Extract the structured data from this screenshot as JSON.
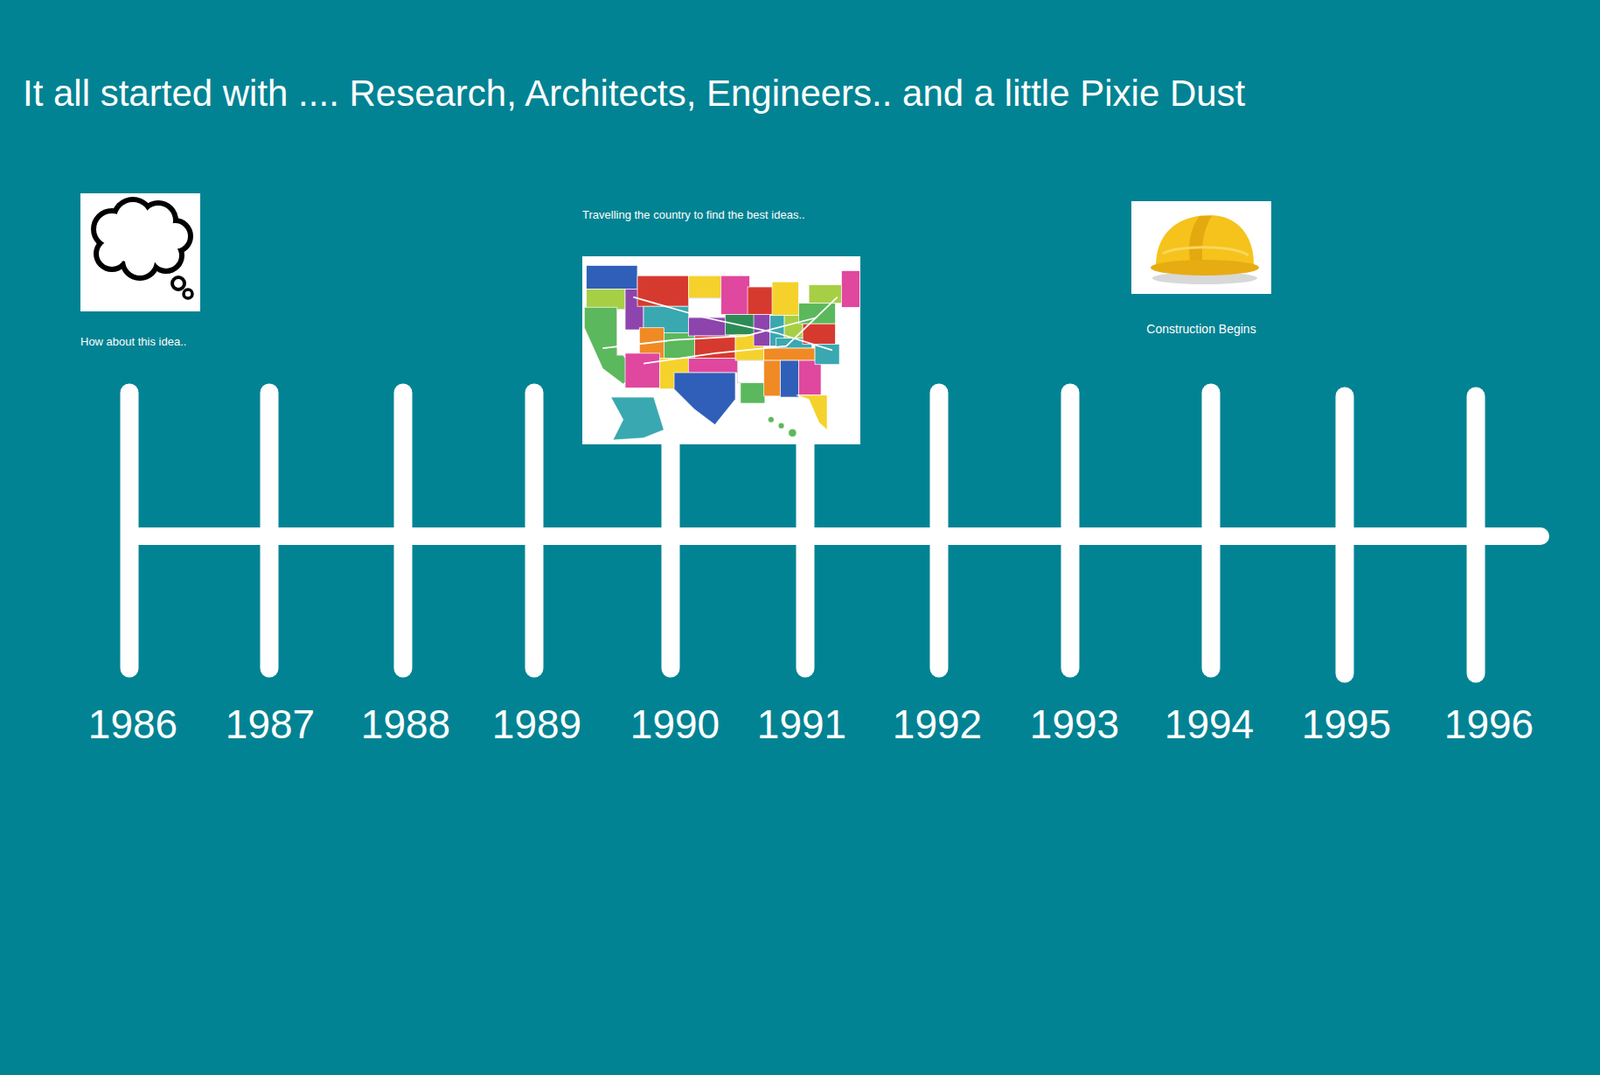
{
  "diagram": {
    "title": "It all started with .... Research, Architects, Engineers.. and a little Pixie Dust",
    "nodes": [
      {
        "text": [
          "How about this idea.."
        ]
      },
      {
        "text": [
          "Travelling the country to find the best ideas.."
        ]
      },
      {
        "text": [
          "Construction Begins"
        ]
      }
    ],
    "labels": [
      "1986",
      "1987",
      "1988",
      "1989",
      "1990",
      "1991",
      "1992",
      "1993",
      "1994",
      "1995",
      "1996"
    ]
  }
}
